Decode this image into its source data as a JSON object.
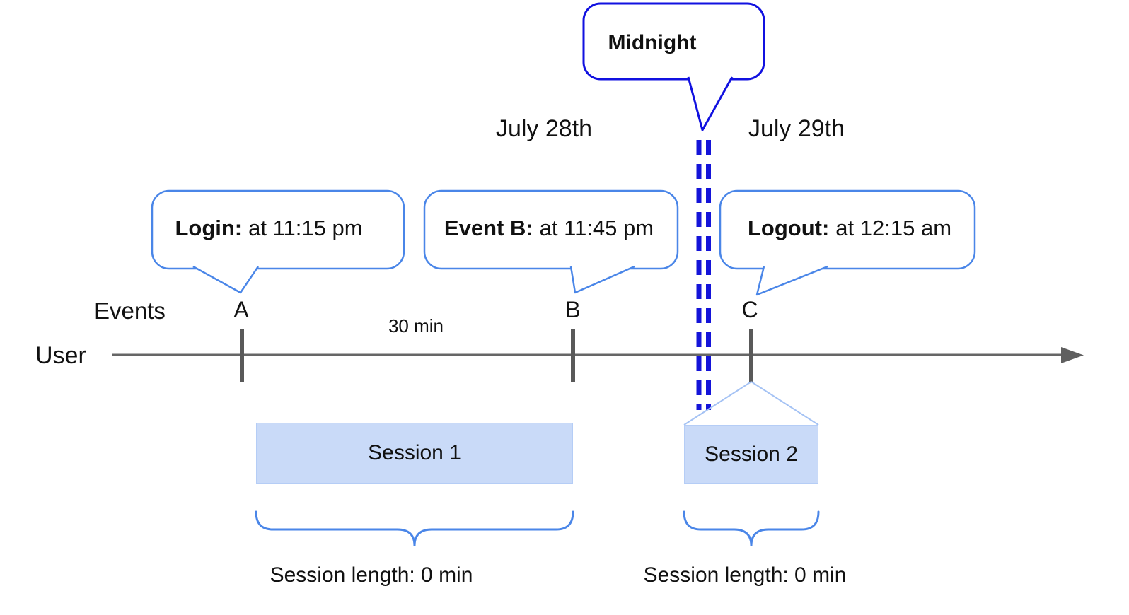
{
  "diagram": {
    "title_hint": "User session timeline across midnight",
    "dates": {
      "left": "July 28th",
      "right": "July 29th"
    },
    "midnight_callout": "Midnight",
    "events_axis_label": "Events",
    "user_label": "User",
    "interval_label": "30 min",
    "events": [
      {
        "id": "A",
        "label": "Login:",
        "time": "at 11:15 pm"
      },
      {
        "id": "B",
        "label": "Event B:",
        "time": "at 11:45 pm"
      },
      {
        "id": "C",
        "label": "Logout:",
        "time": "at 12:15 am"
      }
    ],
    "sessions": [
      {
        "name": "Session 1",
        "length": "Session length: 0 min"
      },
      {
        "name": "Session 2",
        "length": "Session length: 0 min"
      }
    ],
    "colors": {
      "callout_border": "#4a86e8",
      "midnight_border": "#1111e0",
      "midnight_dashes": "#1414d9",
      "session_fill": "#c9daf8",
      "funnel_line": "#a4c2f4",
      "brace": "#4a86e8",
      "timeline_gray": "#666666",
      "tick_gray": "#595959"
    }
  }
}
